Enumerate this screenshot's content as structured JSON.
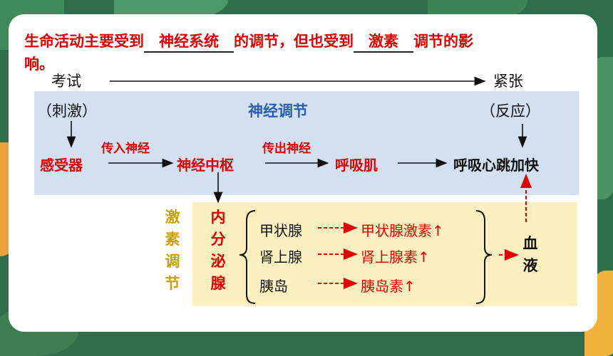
{
  "intro": {
    "line1_a": "生命活动主要受到",
    "blank1": "神经系统",
    "line1_b": "的调节，但也受到",
    "blank2": "激素",
    "line1_c": "调节的影",
    "line2": "响。"
  },
  "diagram": {
    "stimulus": "考试",
    "stimulus_note": "（刺激）",
    "response": "紧张",
    "response_note": "（反应）",
    "nerve_title": "神经调节",
    "receptor": "感受器",
    "afferent": "传入神经",
    "center": "神经中枢",
    "efferent": "传出神经",
    "effector": "呼吸肌",
    "result": "呼吸心跳加快",
    "hormone_title": "激素调节",
    "endocrine": "内分泌腺",
    "glands": [
      {
        "gland": "甲状腺",
        "hormone": "甲状腺激素↑"
      },
      {
        "gland": "肾上腺",
        "hormone": "肾上腺素↑"
      },
      {
        "gland": "胰岛",
        "hormone": "胰岛素↑"
      }
    ],
    "blood": "血液"
  },
  "colors": {
    "highlight": "#e00000",
    "nerve_box": "#d3e0f0",
    "hormone_box": "#fcefc0",
    "hormone_title": "#c8a000"
  }
}
